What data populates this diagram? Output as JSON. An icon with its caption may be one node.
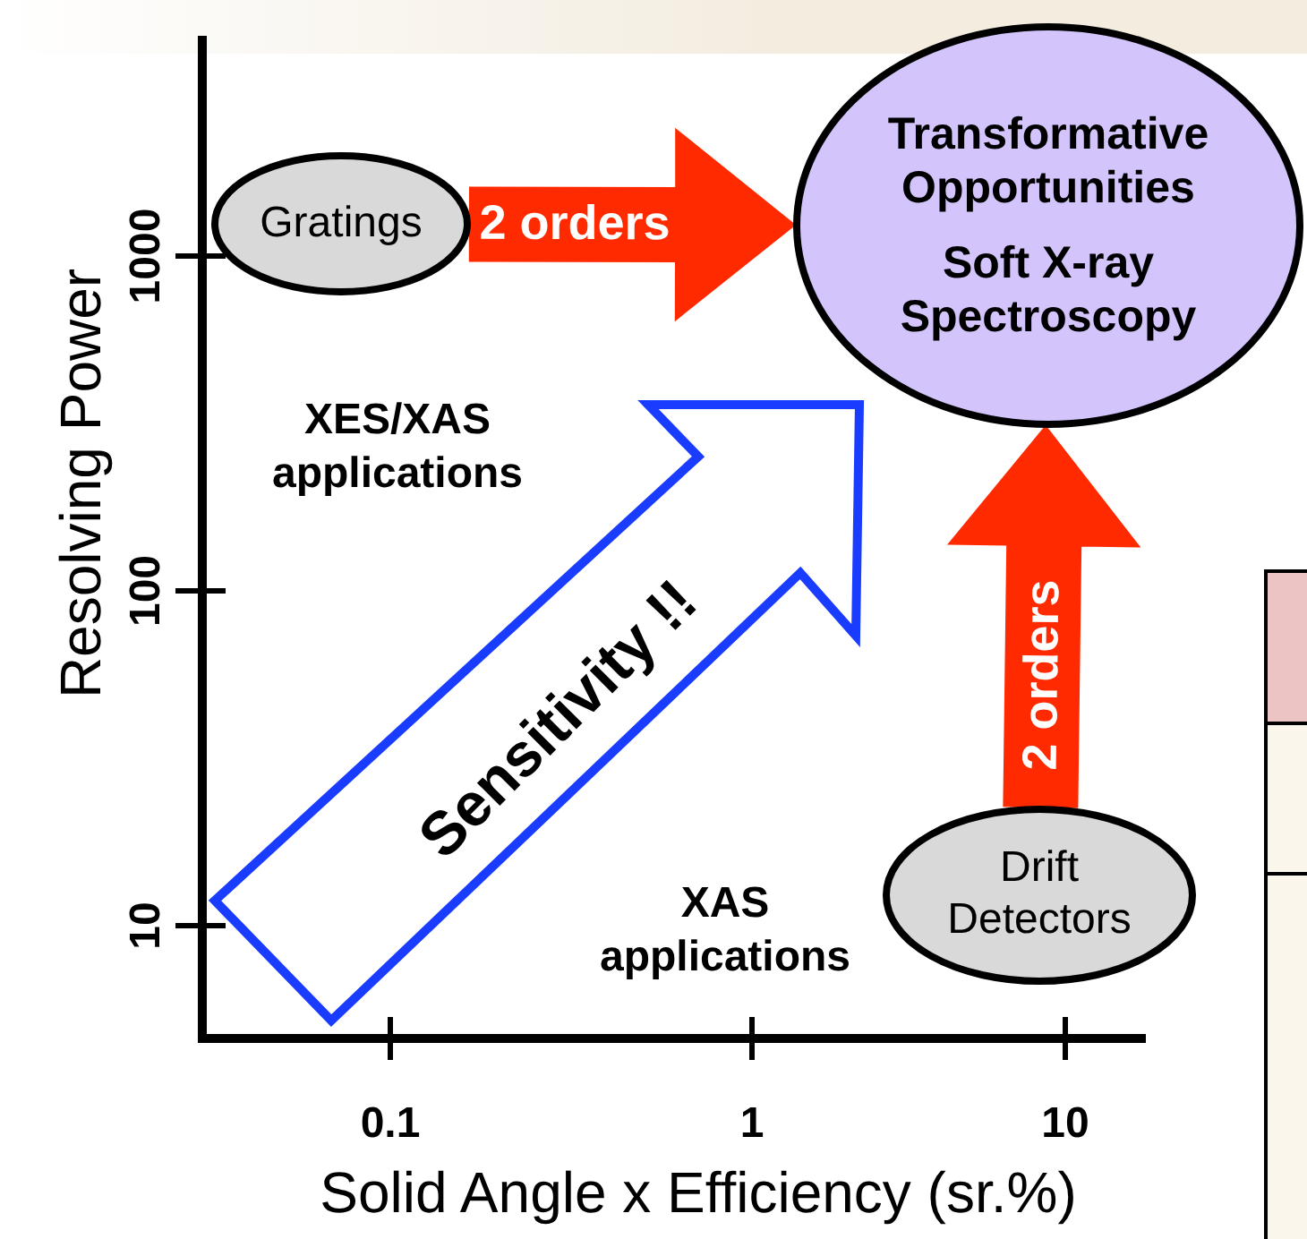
{
  "diagram": {
    "nodes": [
      {
        "text": [
          "Gratings"
        ]
      },
      {
        "text": [
          "Transformative Opportunities",
          "Soft X-ray Spectroscopy"
        ]
      },
      {
        "text": [
          "Drift Detectors"
        ]
      }
    ],
    "edges": [
      {
        "from": 0,
        "to": 1,
        "arrow": "to",
        "label": "2 orders",
        "style": "thick"
      },
      {
        "from": 2,
        "to": 1,
        "arrow": "to",
        "label": "2 orders",
        "style": "thick"
      }
    ],
    "labels": [
      "Resolving Power",
      "1000",
      "100",
      "10",
      "XES/XAS applications",
      "Sensitivity !!",
      "XAS applications",
      "0.1",
      "1",
      "10",
      "Solid Angle x Efficiency (sr.%)"
    ]
  }
}
